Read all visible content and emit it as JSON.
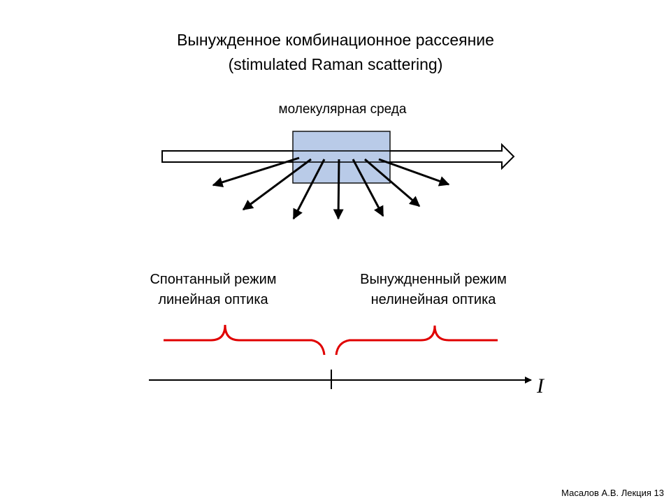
{
  "title": {
    "line1": "Вынужденное комбинационное рассеяние",
    "line2": "(stimulated Raman scattering)"
  },
  "medium_label": "молекулярная среда",
  "regimes": {
    "spontaneous": {
      "line1": "Спонтанный режим",
      "line2": "линейная оптика"
    },
    "stimulated": {
      "line1": "Вынуждненный режим",
      "line2": "нелинейная оптика"
    }
  },
  "axis_label": "I",
  "footer": "Масалов А.В. Лекция 13",
  "colors": {
    "medium_fill": "#b4c7e7",
    "medium_stroke": "#000000",
    "brace": "#e00000",
    "line": "#000000"
  }
}
